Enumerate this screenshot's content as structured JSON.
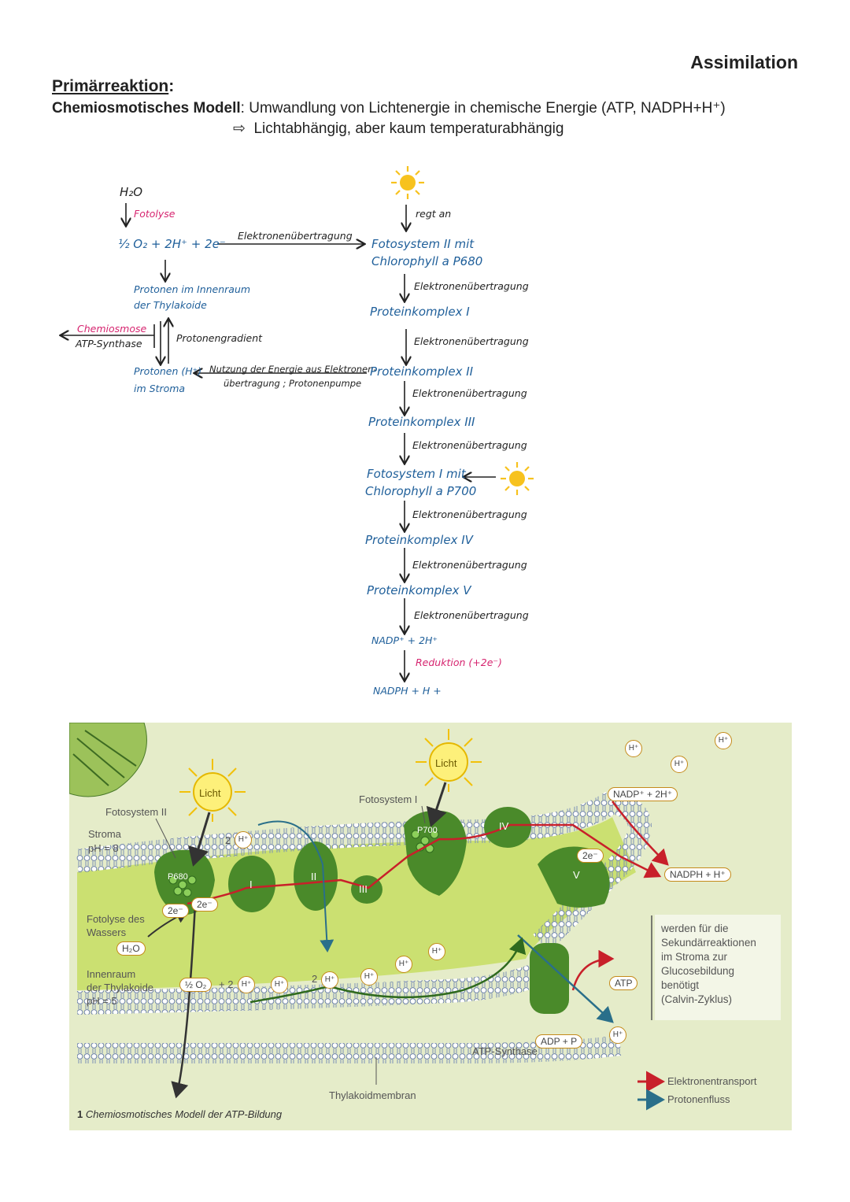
{
  "header": {
    "page_title": "Assimilation",
    "section_heading": "Primärreaktion",
    "section_colon": ":",
    "model_term": "Chemiosmotisches Modell",
    "model_text": ": Umwandlung von Lichtenergie in chemische Energie (ATP, NADPH+H⁺)",
    "implication_arrow": "⇨",
    "implication": "Lichtabhängig, aber kaum temperaturabhängig"
  },
  "flow": {
    "h2o": "H₂O",
    "fotolyse": "Fotolyse",
    "products": "½ O₂ + 2H⁺ + 2e⁻",
    "elektronen_top": "Elektronenübertragung",
    "protonen_innen_1": "Protonen im Innenraum",
    "protonen_innen_2": "der Thylakoide",
    "chemiosmose": "Chemiosmose",
    "atp_synthase": "ATP-Synthase",
    "protonengradient": "Protonengradient",
    "protonen_stroma_1": "Protonen (H⁺)",
    "protonen_stroma_2": "im Stroma",
    "nutzung_1": "Nutzung der Energie aus Elektronen-",
    "nutzung_2": "übertragung ; Protonenpumpe",
    "regt_an": "regt an",
    "fs2_1": "Fotosystem II mit",
    "fs2_2": "Chlorophyll a P680",
    "chain_label": "Elektronenübertragung",
    "pk1": "Proteinkomplex I",
    "pk2": "Proteinkomplex II",
    "pk3": "Proteinkomplex III",
    "fs1_1": "Fotosystem I mit",
    "fs1_2": "Chlorophyll a P700",
    "pk4": "Proteinkomplex IV",
    "pk5": "Proteinkomplex V",
    "nadp": "NADP⁺ + 2H⁺",
    "reduktion": "Reduktion (+2e⁻)",
    "nadph": "NADPH + H +"
  },
  "figure": {
    "licht": "Licht",
    "fotosystem_ii": "Fotosystem II",
    "fotosystem_i": "Fotosystem I",
    "stroma_1": "Stroma",
    "stroma_2": "pH = 8",
    "fotolyse_1": "Fotolyse des",
    "fotolyse_2": "Wassers",
    "h2o": "H₂O",
    "innen_1": "Innenraum",
    "innen_2": "der Thylakoide",
    "innen_3": "pH = 5",
    "half_o2": "½ O₂",
    "plus_two": "+ 2",
    "two": "2",
    "hplus": "H⁺",
    "two_e": "2e⁻",
    "p680": "P680",
    "p700": "P700",
    "roman_i": "I",
    "roman_ii": "II",
    "roman_iii": "III",
    "roman_iv": "IV",
    "roman_v": "V",
    "nadp_plus": "NADP⁺ + 2H⁺",
    "nadph": "NADPH + H⁺",
    "atp": "ATP",
    "adp": "ADP + P",
    "atp_synthase": "ATP-Synthase",
    "membran": "Thylakoidmembran",
    "note_1": "werden für die",
    "note_2": "Sekundärreaktionen",
    "note_3": "im Stroma zur",
    "note_4": "Glucosebildung",
    "note_5": "benötigt",
    "note_6": "(Calvin-Zyklus)",
    "legend_elektronen": "Elektronentransport",
    "legend_protonen": "Protonenfluss",
    "caption_num": "1",
    "caption": "Chemiosmotisches Modell der ATP-Bildung"
  },
  "colors": {
    "handwriting_blue": "#1f5f9a",
    "handwriting_pink": "#d6246f",
    "electron_transport": "#c8202a",
    "proton_flow": "#2a6f8a",
    "protein_green": "#4a8a2a",
    "lumen_green": "#c9e06a",
    "sun_yellow": "#f7d21e"
  }
}
